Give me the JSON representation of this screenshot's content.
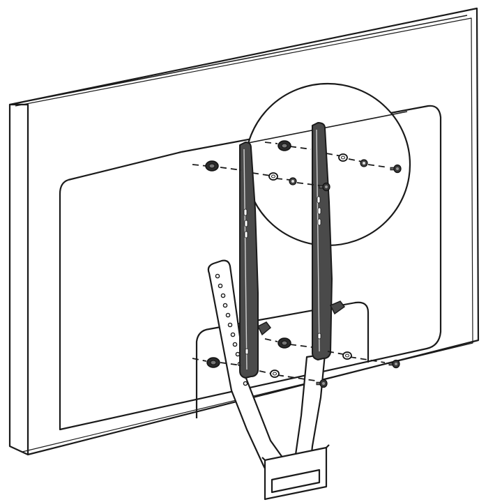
{
  "figure": {
    "kind": "assembly-illustration",
    "colors": {
      "background": "#ffffff",
      "line": "#1a1a1a",
      "bracket_fill": "#4a4a4a",
      "hardware_fill": "#3a3a3a"
    },
    "parts": {
      "tv_panel": "tv-back-panel",
      "rails": [
        "left-mounting-rail",
        "right-mounting-rail"
      ],
      "arms": [
        "left-mount-arm",
        "right-mount-arm"
      ],
      "wall_plate": "wall-plate",
      "callout": "magnified-detail-circle",
      "hardware": [
        "spacer",
        "washer",
        "lock-washer",
        "bolt"
      ]
    }
  }
}
